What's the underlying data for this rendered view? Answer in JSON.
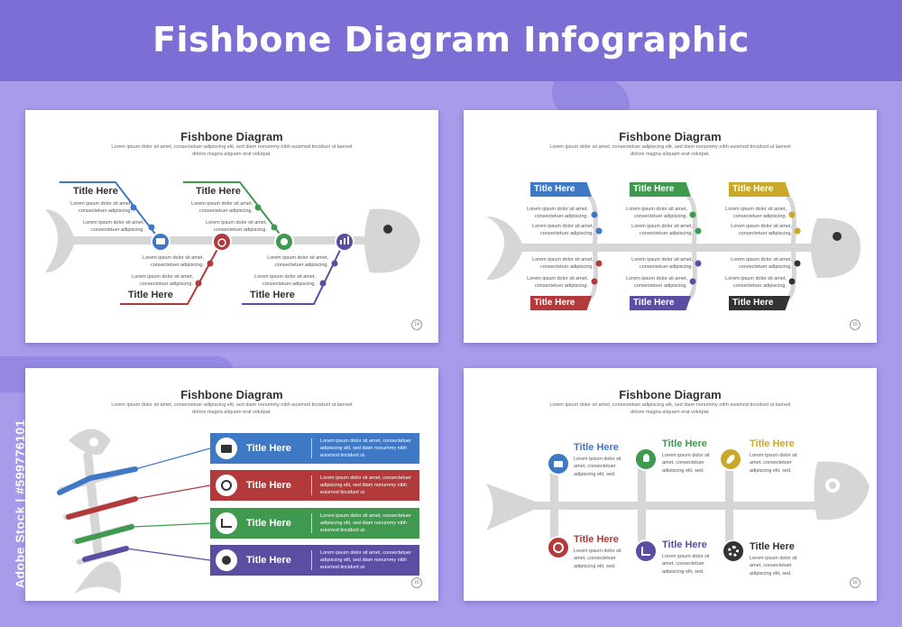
{
  "header": {
    "title": "Fishbone Diagram Infographic"
  },
  "watermark": {
    "text": "Adobe Stock | #599776101"
  },
  "colors": {
    "blue": "#3f79c6",
    "red": "#b33a3a",
    "green": "#3f9a4f",
    "purple": "#5a4ea3",
    "yellow": "#c9a82a",
    "dark": "#333333",
    "bone": "#d6d6d6"
  },
  "slide1": {
    "title": "Fishbone Diagram",
    "subtitle": "Lorem ipsum dolor sit amet, consectetuer adipiscing elit, sed diam nonummy nibh euismod tincidunt ut laoreet dolore magna aliquam erat volutpat.",
    "page": "14",
    "top_titles": [
      "Title Here",
      "Title Here"
    ],
    "bottom_titles": [
      "Title Here",
      "Title Here"
    ],
    "body_short": "Lorem ipsum dolor sit amet, consectetuer adipiscing."
  },
  "slide2": {
    "title": "Fishbone Diagram",
    "subtitle": "Lorem ipsum dolor sit amet, consectetuer adipiscing elit, sed diam nonummy nibh euismod tincidunt ut laoreet dolore magna aliquam erat volutpat.",
    "page": "15",
    "top_tags": [
      "Title Here",
      "Title Here",
      "Title Here"
    ],
    "bottom_tags": [
      "Title Here",
      "Title Here",
      "Title Here"
    ],
    "body_short": "Lorem ipsum dolor sit amet, consectetuer adipiscing."
  },
  "slide3": {
    "title": "Fishbone Diagram",
    "subtitle": "Lorem ipsum dolor sit amet, consectetuer adipiscing elit, sed diam nonummy nibh euismod tincidunt ut laoreet dolore magna aliquam erat volutpat.",
    "page": "16",
    "bars": [
      {
        "title": "Title Here",
        "body": "Lorem ipsum dolor sit amet, consectetuer adipiscing elit, sed diam nonummy nibh euismod tincidunt ut.",
        "icon": "briefcase-icon"
      },
      {
        "title": "Title Here",
        "body": "Lorem ipsum dolor sit amet, consectetuer adipiscing elit, sed diam nonummy nibh euismod tincidunt ut.",
        "icon": "stopwatch-icon"
      },
      {
        "title": "Title Here",
        "body": "Lorem ipsum dolor sit amet, consectetuer adipiscing elit, sed diam nonummy nibh euismod tincidunt ut.",
        "icon": "growth-chart-icon"
      },
      {
        "title": "Title Here",
        "body": "Lorem ipsum dolor sit amet, consectetuer adipiscing elit, sed diam nonummy nibh euismod tincidunt ut.",
        "icon": "money-icon"
      }
    ]
  },
  "slide4": {
    "title": "Fishbone Diagram",
    "subtitle": "Lorem ipsum dolor sit amet, consectetuer adipiscing elit, sed diam nonummy nibh euismod tincidunt ut laoreet dolore magna aliquam erat volutpat.",
    "page": "16",
    "items": [
      {
        "title": "Title Here",
        "body": "Lorem ipsum dolor sit amet, consectetuer adipiscing elit, sed.",
        "icon": "briefcase-icon"
      },
      {
        "title": "Title Here",
        "body": "Lorem ipsum dolor sit amet, consectetuer adipiscing elit, sed.",
        "icon": "lightbulb-icon"
      },
      {
        "title": "Title Here",
        "body": "Lorem ipsum dolor sit amet, consectetuer adipiscing elit, sed.",
        "icon": "rocket-icon"
      },
      {
        "title": "Title Here",
        "body": "Lorem ipsum dolor sit amet, consectetuer adipiscing elit, sed.",
        "icon": "stopwatch-icon"
      },
      {
        "title": "Title Here",
        "body": "Lorem ipsum dolor sit amet, consectetuer adipiscing elit, sed.",
        "icon": "growth-chart-icon"
      },
      {
        "title": "Title Here",
        "body": "Lorem ipsum dolor sit amet, consectetuer adipiscing elit, sed.",
        "icon": "gear-icon"
      }
    ]
  }
}
